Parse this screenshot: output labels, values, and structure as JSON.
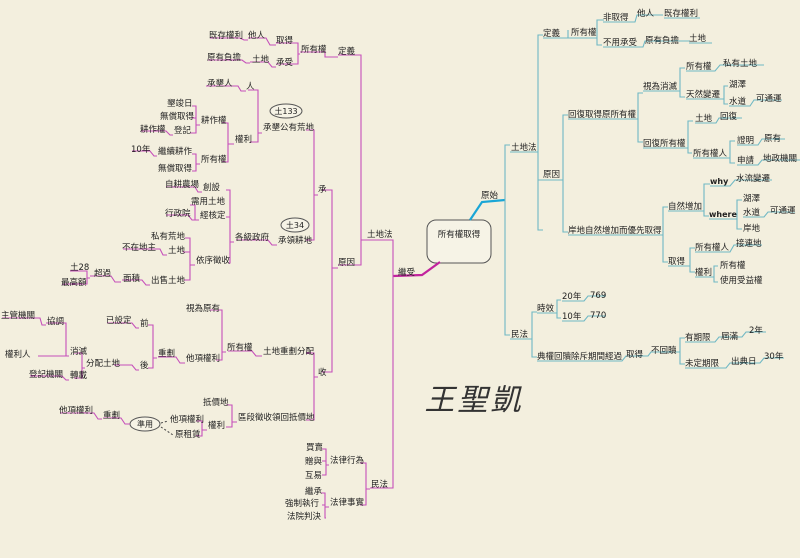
{
  "center": "所有權取得",
  "signature": "王聖凱",
  "colors": {
    "right": "#6fb8c4",
    "left": "#c64fba",
    "trunkRight": "#1aa6d6",
    "trunkLeft": "#c2249e",
    "background": "#f3efde"
  },
  "right": {
    "yuanshi": "原始",
    "tudifa": "土地法",
    "dingyi": "定義",
    "suoyouquan": "所有權",
    "feiqude": "非取得",
    "taren": "他人",
    "jicun": "既存權利",
    "buyong": "不用承受",
    "yuanyoufudan": "原有負擔",
    "tudi": "土地",
    "yuanyin": "原因",
    "huifu": "回復取得原所有權",
    "shiweixiaomie": "視為消滅",
    "suoyouquan2": "所有權",
    "siyoutudi": "私有土地",
    "tianranbianqian": "天然變遷",
    "hupo": "湖澤",
    "shuidao": "水道",
    "ketonghang": "可通運",
    "huifusuoyou": "回復所有權",
    "tudi2": "土地",
    "huifu2": "回復",
    "suoyouquanren": "所有權人",
    "zhengming": "證明",
    "yuanyou": "原有",
    "shenqing": "申請",
    "difang": "地政機關",
    "anbian": "岸地自然增加而優先取得",
    "ziranzengjia": "自然增加",
    "why": "why",
    "shuiliu": "水流變遷",
    "where": "where",
    "hupo2": "湖澤",
    "shuidao2": "水道",
    "ketonghang2": "可通運",
    "andi": "岸地",
    "qude": "取得",
    "suoyouquanren2": "所有權人",
    "jieliandi": "接連地",
    "quanli": "權利",
    "suoyouquan3": "所有權",
    "shiyong": "使用受益權",
    "minfa": "民法",
    "shixiao": "時效",
    "y20": "20年",
    "a769": "769",
    "y10": "10年",
    "a770": "770",
    "dianquan": "典權回贖除斥期間經過",
    "qude2": "取得",
    "buhuishu": "不回贖",
    "youqixian": "有期限",
    "jieman": "屆滿",
    "y2": "2年",
    "weidingqixian": "未定期限",
    "chudianri": "出典日",
    "y30": "30年"
  },
  "left": {
    "jishou": "繼受",
    "tudifa": "土地法",
    "dingyi": "定義",
    "suoyouquan": "所有權",
    "qude": "取得",
    "taren": "他人",
    "jicun": "既存權利",
    "chengshou": "承受",
    "tudi": "土地",
    "yuanyoufudan": "原有負擔",
    "yuanyin": "原因",
    "cheng": "承",
    "tu133": "土133",
    "chenglingg": "承墾公有荒地",
    "chengkenren": "承墾人",
    "ren": "人",
    "quanli": "權利",
    "kenjiri": "墾竣日",
    "wuchangqude": "無償取得",
    "gengzuoquan": "耕作權",
    "gengzuoquan2": "耕作權",
    "dengji": "登記",
    "n10": "10年",
    "jixugengzuo": "繼續耕作",
    "suoyouquan2": "所有權",
    "wuchangqude2": "無償取得",
    "zigengnong": "自耕農場",
    "chuangshe": "創設",
    "xuyongtudi": "需用土地",
    "xingzhengyuan": "行政院",
    "jingheding": "經核定",
    "gejizhengfu": "各級政府",
    "tu34": "土34",
    "chenglingengdi": "承領耕地",
    "siyouhuangdi": "私有荒地",
    "buzaidizhu": "不在地主",
    "tudi3": "土地",
    "yifazhengshou": "依序徵收",
    "tu28": "土28",
    "chaoguo": "超過",
    "mianji": "面積",
    "chushoutudi": "出售土地",
    "zuigao": "最高額",
    "shou": "收",
    "shiweiyuanyou": "視為原有",
    "yishedingqian": "已設定",
    "qian": "前",
    "suoyouquan3": "所有權",
    "chonghua": "重劃",
    "taxiangquanli": "他項權利",
    "tudichonghua": "土地重劃分配",
    "zhuguanjiguan": "主管機關",
    "xieyi": "協調",
    "quanliren": "權利人",
    "xiaomie": "消滅",
    "fenpeitudi": "分配土地",
    "hou": "後",
    "dengjijiguan": "登記機關",
    "zhuanzai": "轉載",
    "taxiangquanli2": "他項權利",
    "chonghua2": "重劃",
    "zhunyong": "準用",
    "taxiangquanli3": "他項權利",
    "yuanzulin": "原租賃",
    "didiaodi": "抵價地",
    "quanli2": "權利",
    "quduan": "區段徵收領回抵價地",
    "minfa": "民法",
    "falvxingwei": "法律行為",
    "maimai": "買賣",
    "zengyu": "贈與",
    "huyi": "互易",
    "jicheng": "繼承",
    "qiangzhizhixing": "強制執行",
    "fayuanpanjue": "法院判決",
    "falvshishi": "法律事實"
  }
}
